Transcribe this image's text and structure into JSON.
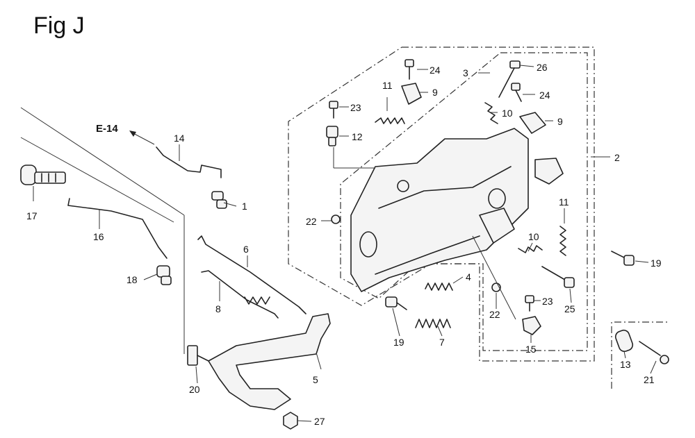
{
  "figure": {
    "title": "Fig J",
    "reference": "E-14"
  },
  "callouts": [
    "1",
    "2",
    "3",
    "4",
    "5",
    "6",
    "7",
    "8",
    "9",
    "9",
    "10",
    "10",
    "11",
    "11",
    "12",
    "13",
    "14",
    "15",
    "16",
    "17",
    "18",
    "19",
    "19",
    "20",
    "21",
    "22",
    "22",
    "23",
    "23",
    "24",
    "24",
    "25",
    "26",
    "27"
  ]
}
